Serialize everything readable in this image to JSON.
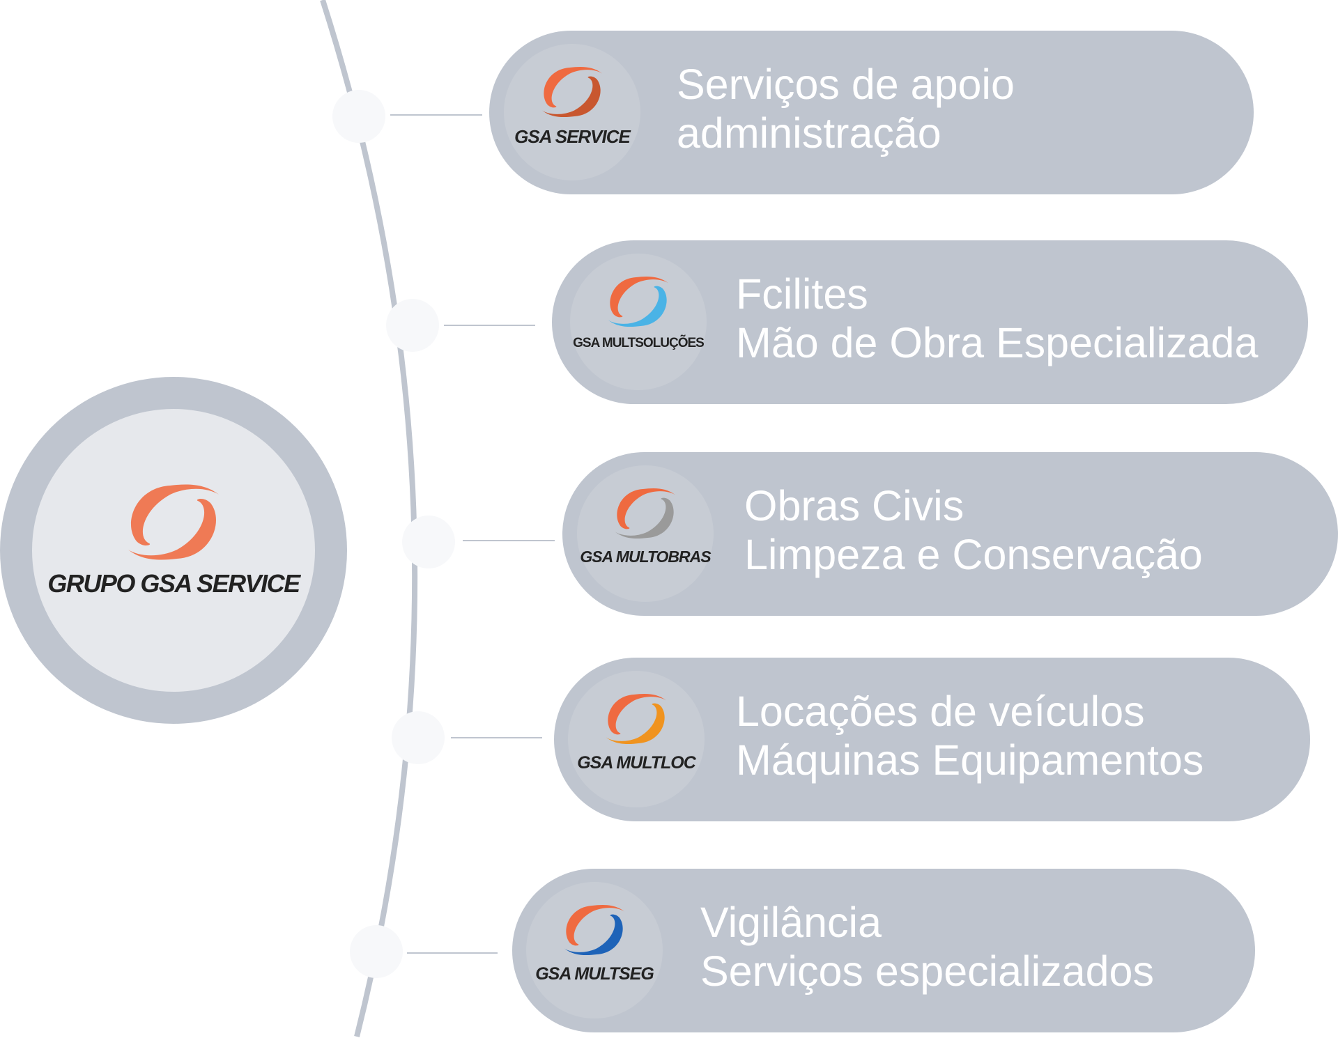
{
  "center": {
    "title": "GRUPO GSA SERVICE"
  },
  "colors": {
    "pill": "#bfc5cf",
    "center_inner": "#e6e8ec",
    "swirl_orange": "#ef7a55",
    "line": "#bfc5cf"
  },
  "items": [
    {
      "logo": "GSA SERVICE",
      "accent": "#c8572f",
      "lines": [
        "Serviços de apoio",
        "administração"
      ]
    },
    {
      "logo": "GSA MULTSOLUÇÕES",
      "accent": "#4ab3e6",
      "lines": [
        "Fcilites",
        "Mão de Obra Especializada"
      ]
    },
    {
      "logo": "GSA MULTOBRAS",
      "accent": "#9a9a9a",
      "lines": [
        "Obras Civis",
        "Limpeza e Conservação"
      ]
    },
    {
      "logo": "GSA MULTLOC",
      "accent": "#f0931f",
      "lines": [
        "Locações de veículos",
        "Máquinas Equipamentos"
      ]
    },
    {
      "logo": "GSA MULTSEG",
      "accent": "#1e63b8",
      "lines": [
        "Vigilância",
        "Serviços especializados"
      ]
    }
  ]
}
